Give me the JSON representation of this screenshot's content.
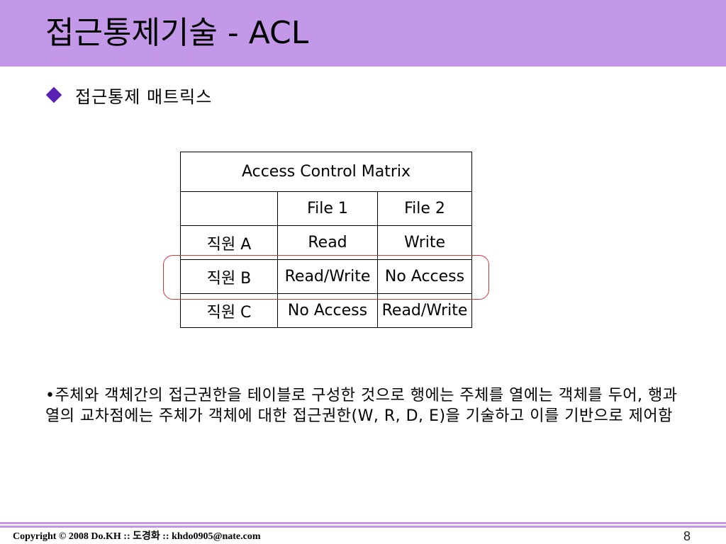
{
  "slide": {
    "title": "접근통제기술 - ACL",
    "bullet": "접근통제 매트릭스",
    "body": "•주체와 객체간의 접근권한을 테이블로 구성한 것으로 행에는 주체를 열에는 객체를 두어, 행과 열의 교차점에는 주체가 객체에 대한 접근권한(W, R, D, E)을 기술하고 이를 기반으로 제어함",
    "footer": "Copyright © 2008 Do.KH :: 도경화 :: khdo0905@nate.com",
    "page_number": "8"
  },
  "matrix": {
    "caption": "Access Control Matrix",
    "corner": "",
    "columns": [
      "File 1",
      "File 2"
    ],
    "rows": [
      {
        "subject": "직원 A",
        "cells": [
          "Read",
          "Write"
        ]
      },
      {
        "subject": "직원 B",
        "cells": [
          "Read/Write",
          "No Access"
        ]
      },
      {
        "subject": "직원 C",
        "cells": [
          "No Access",
          "Read/Write"
        ]
      }
    ]
  },
  "colors": {
    "title_bar": "#c398e8",
    "bullet_diamond": "#5a21b5",
    "highlight": "#d2343d"
  },
  "icons": {
    "bullet": "diamond-bullet-icon"
  }
}
